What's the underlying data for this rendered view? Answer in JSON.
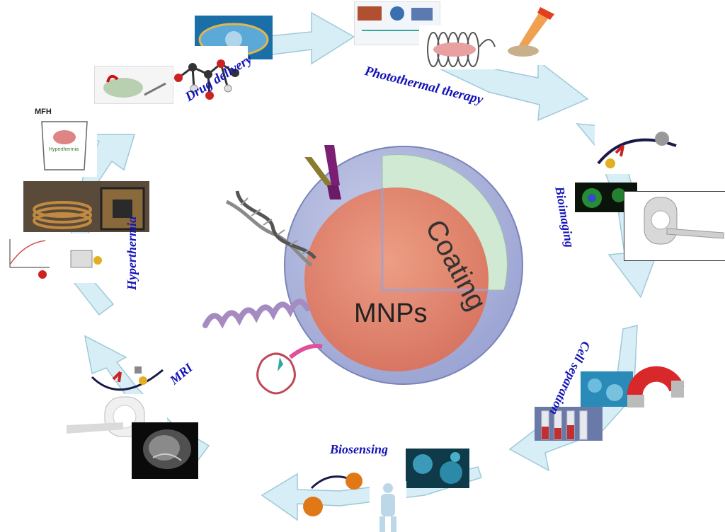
{
  "center": {
    "core_label": "MNPs",
    "coating_label": "Coating"
  },
  "applications": {
    "drug_delivery": "Drug delivery",
    "photothermal": "Photothermal therapy",
    "bioimaging": "Bioimaging",
    "cell_separation": "Cell separation",
    "biosensing": "Biosensing",
    "mri": "MRI",
    "hyperthermia": "Hyperthermia"
  },
  "hyperthermia_panel": {
    "mfh_label": "MFH",
    "hyperthermia_small": "Hyperthermia"
  },
  "colors": {
    "arrow_fill": "#d8eef6",
    "arrow_stroke": "#9ec9d8",
    "label_color": "#1414b8",
    "core": "#e2836b",
    "shell": "#a9b2da",
    "coating": "#cfe9d2"
  }
}
